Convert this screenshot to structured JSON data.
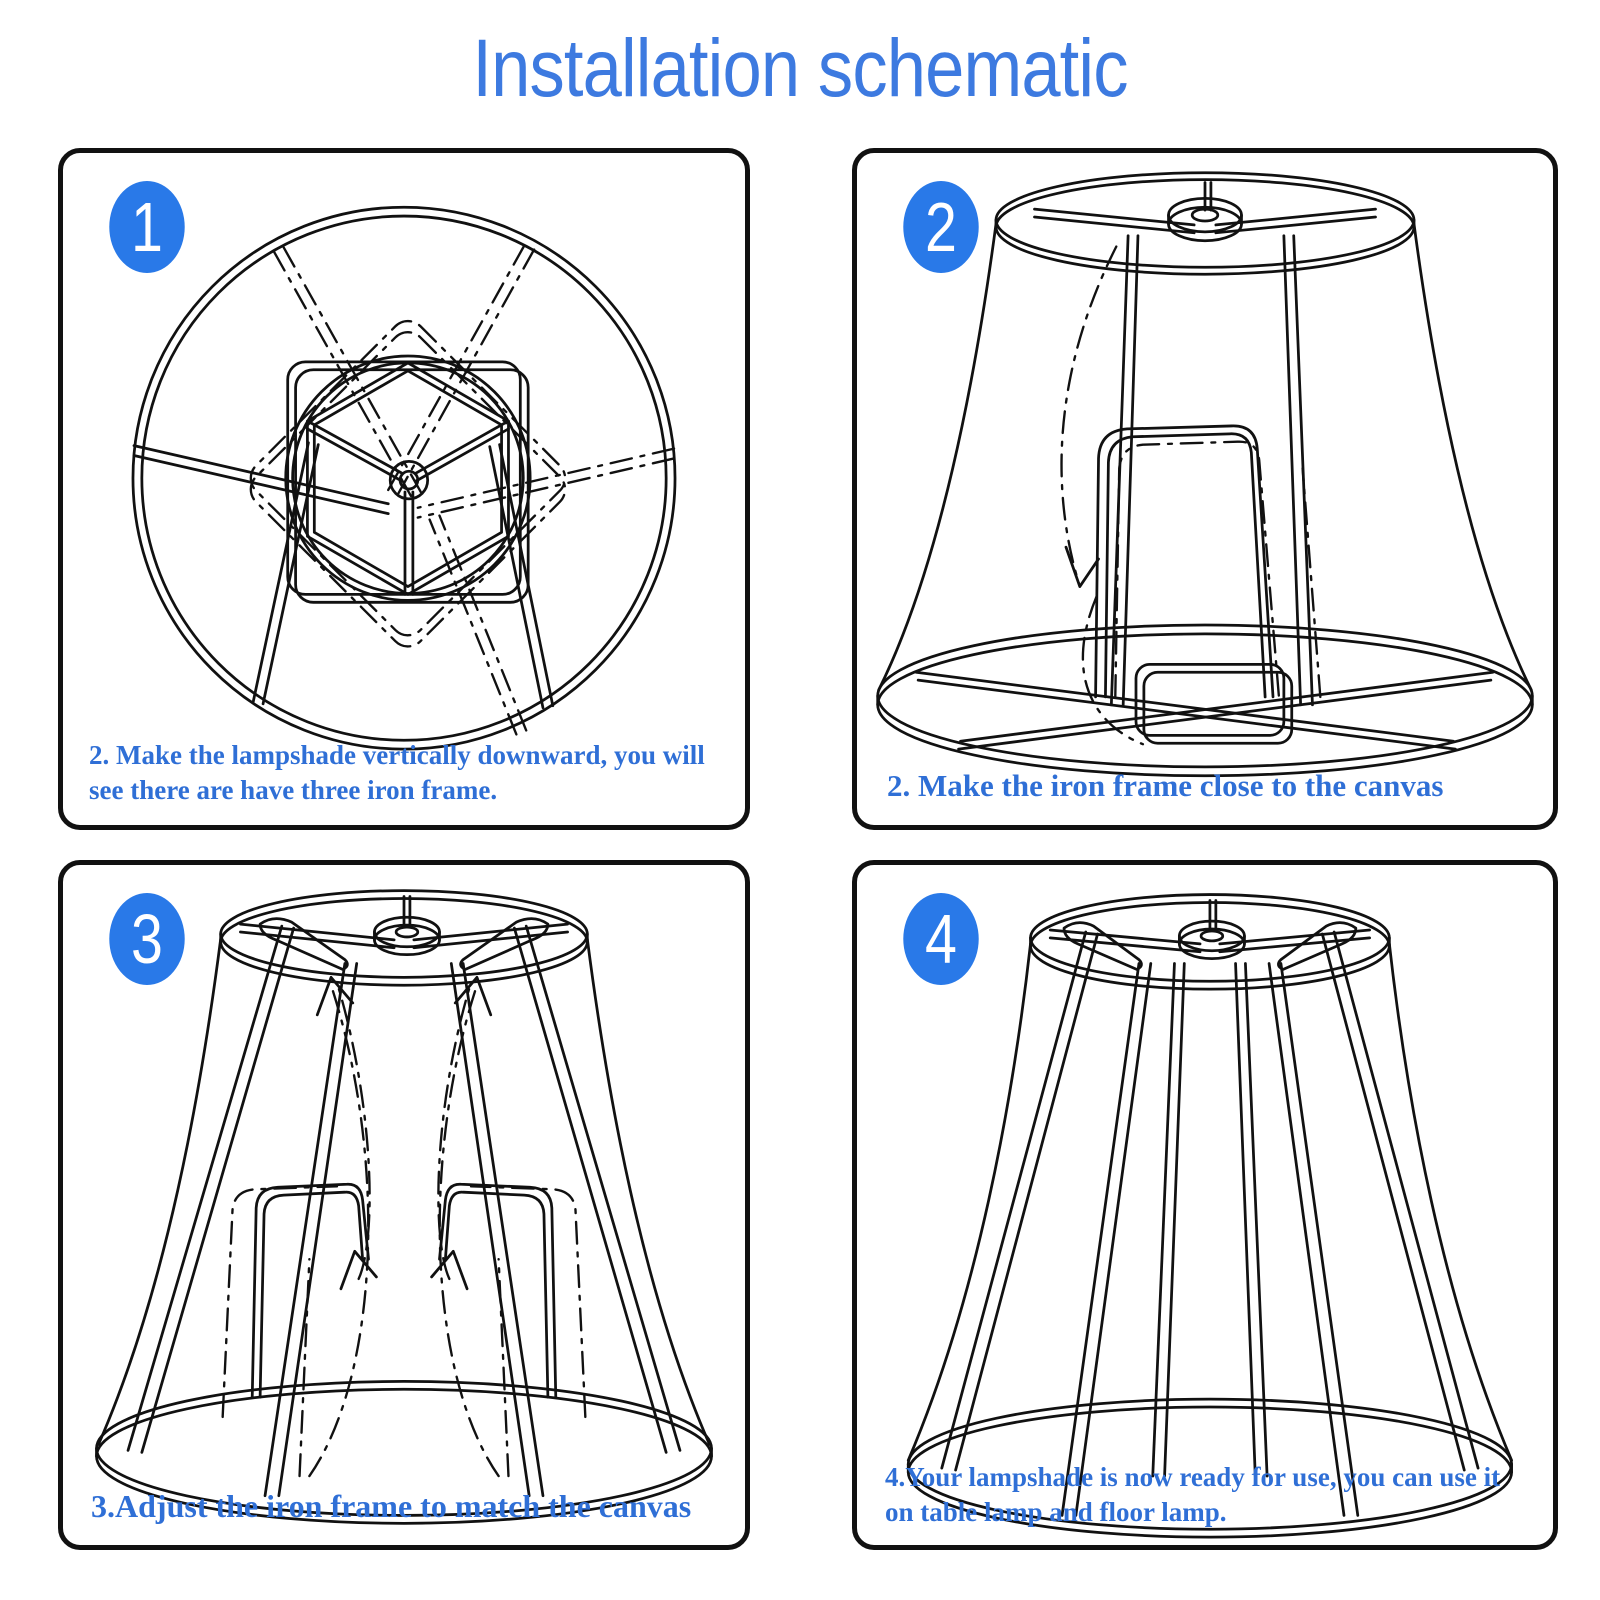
{
  "title": "Installation schematic",
  "colors": {
    "title_blue": "#3d7ae0",
    "caption_blue": "#2f6fd6",
    "badge_blue": "#2979e8",
    "line_black": "#111111",
    "background": "#ffffff"
  },
  "panels": [
    {
      "id": "panel-1",
      "badge": "1",
      "caption": "2. Make the lampshade vertically downward, you will see there are have three iron frame.",
      "illustration": "lampshade-top-view-with-three-iron-frames"
    },
    {
      "id": "panel-2",
      "badge": "2",
      "caption": "2. Make the iron frame close to the canvas",
      "illustration": "lampshade-side-view-frame-folded-inward"
    },
    {
      "id": "panel-3",
      "badge": "3",
      "caption": "3.Adjust the iron frame to match the canvas",
      "illustration": "lampshade-side-view-adjusting-frames-with-arrows"
    },
    {
      "id": "panel-4",
      "badge": "4",
      "caption": "4.Your lampshade is now ready for use, you can use it on table lamp and floor lamp.",
      "illustration": "finished-lampshade-assembled"
    }
  ]
}
